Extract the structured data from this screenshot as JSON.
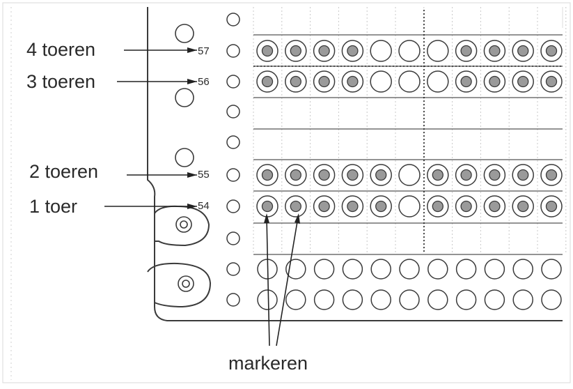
{
  "rows": [
    {
      "label": "4 toeren",
      "number": "57"
    },
    {
      "label": "3 toeren",
      "number": "56"
    },
    {
      "label": "2 toeren",
      "number": "55"
    },
    {
      "label": "1 toer",
      "number": "54"
    }
  ],
  "pattern": {
    "row_57": [
      1,
      1,
      1,
      1,
      0,
      0,
      0,
      1,
      1,
      1,
      1
    ],
    "row_56": [
      1,
      1,
      1,
      1,
      0,
      0,
      0,
      1,
      1,
      1,
      1
    ],
    "row_55": [
      1,
      1,
      1,
      1,
      1,
      0,
      1,
      1,
      1,
      1,
      1
    ],
    "row_54": [
      1,
      1,
      1,
      1,
      1,
      0,
      1,
      1,
      1,
      1,
      1
    ]
  },
  "marker_label": "markeren",
  "colors": {
    "line": "#3a3a3a",
    "punched_fill": "#9a9a9a",
    "grid": "#c8c8c8",
    "background": "#ffffff"
  }
}
